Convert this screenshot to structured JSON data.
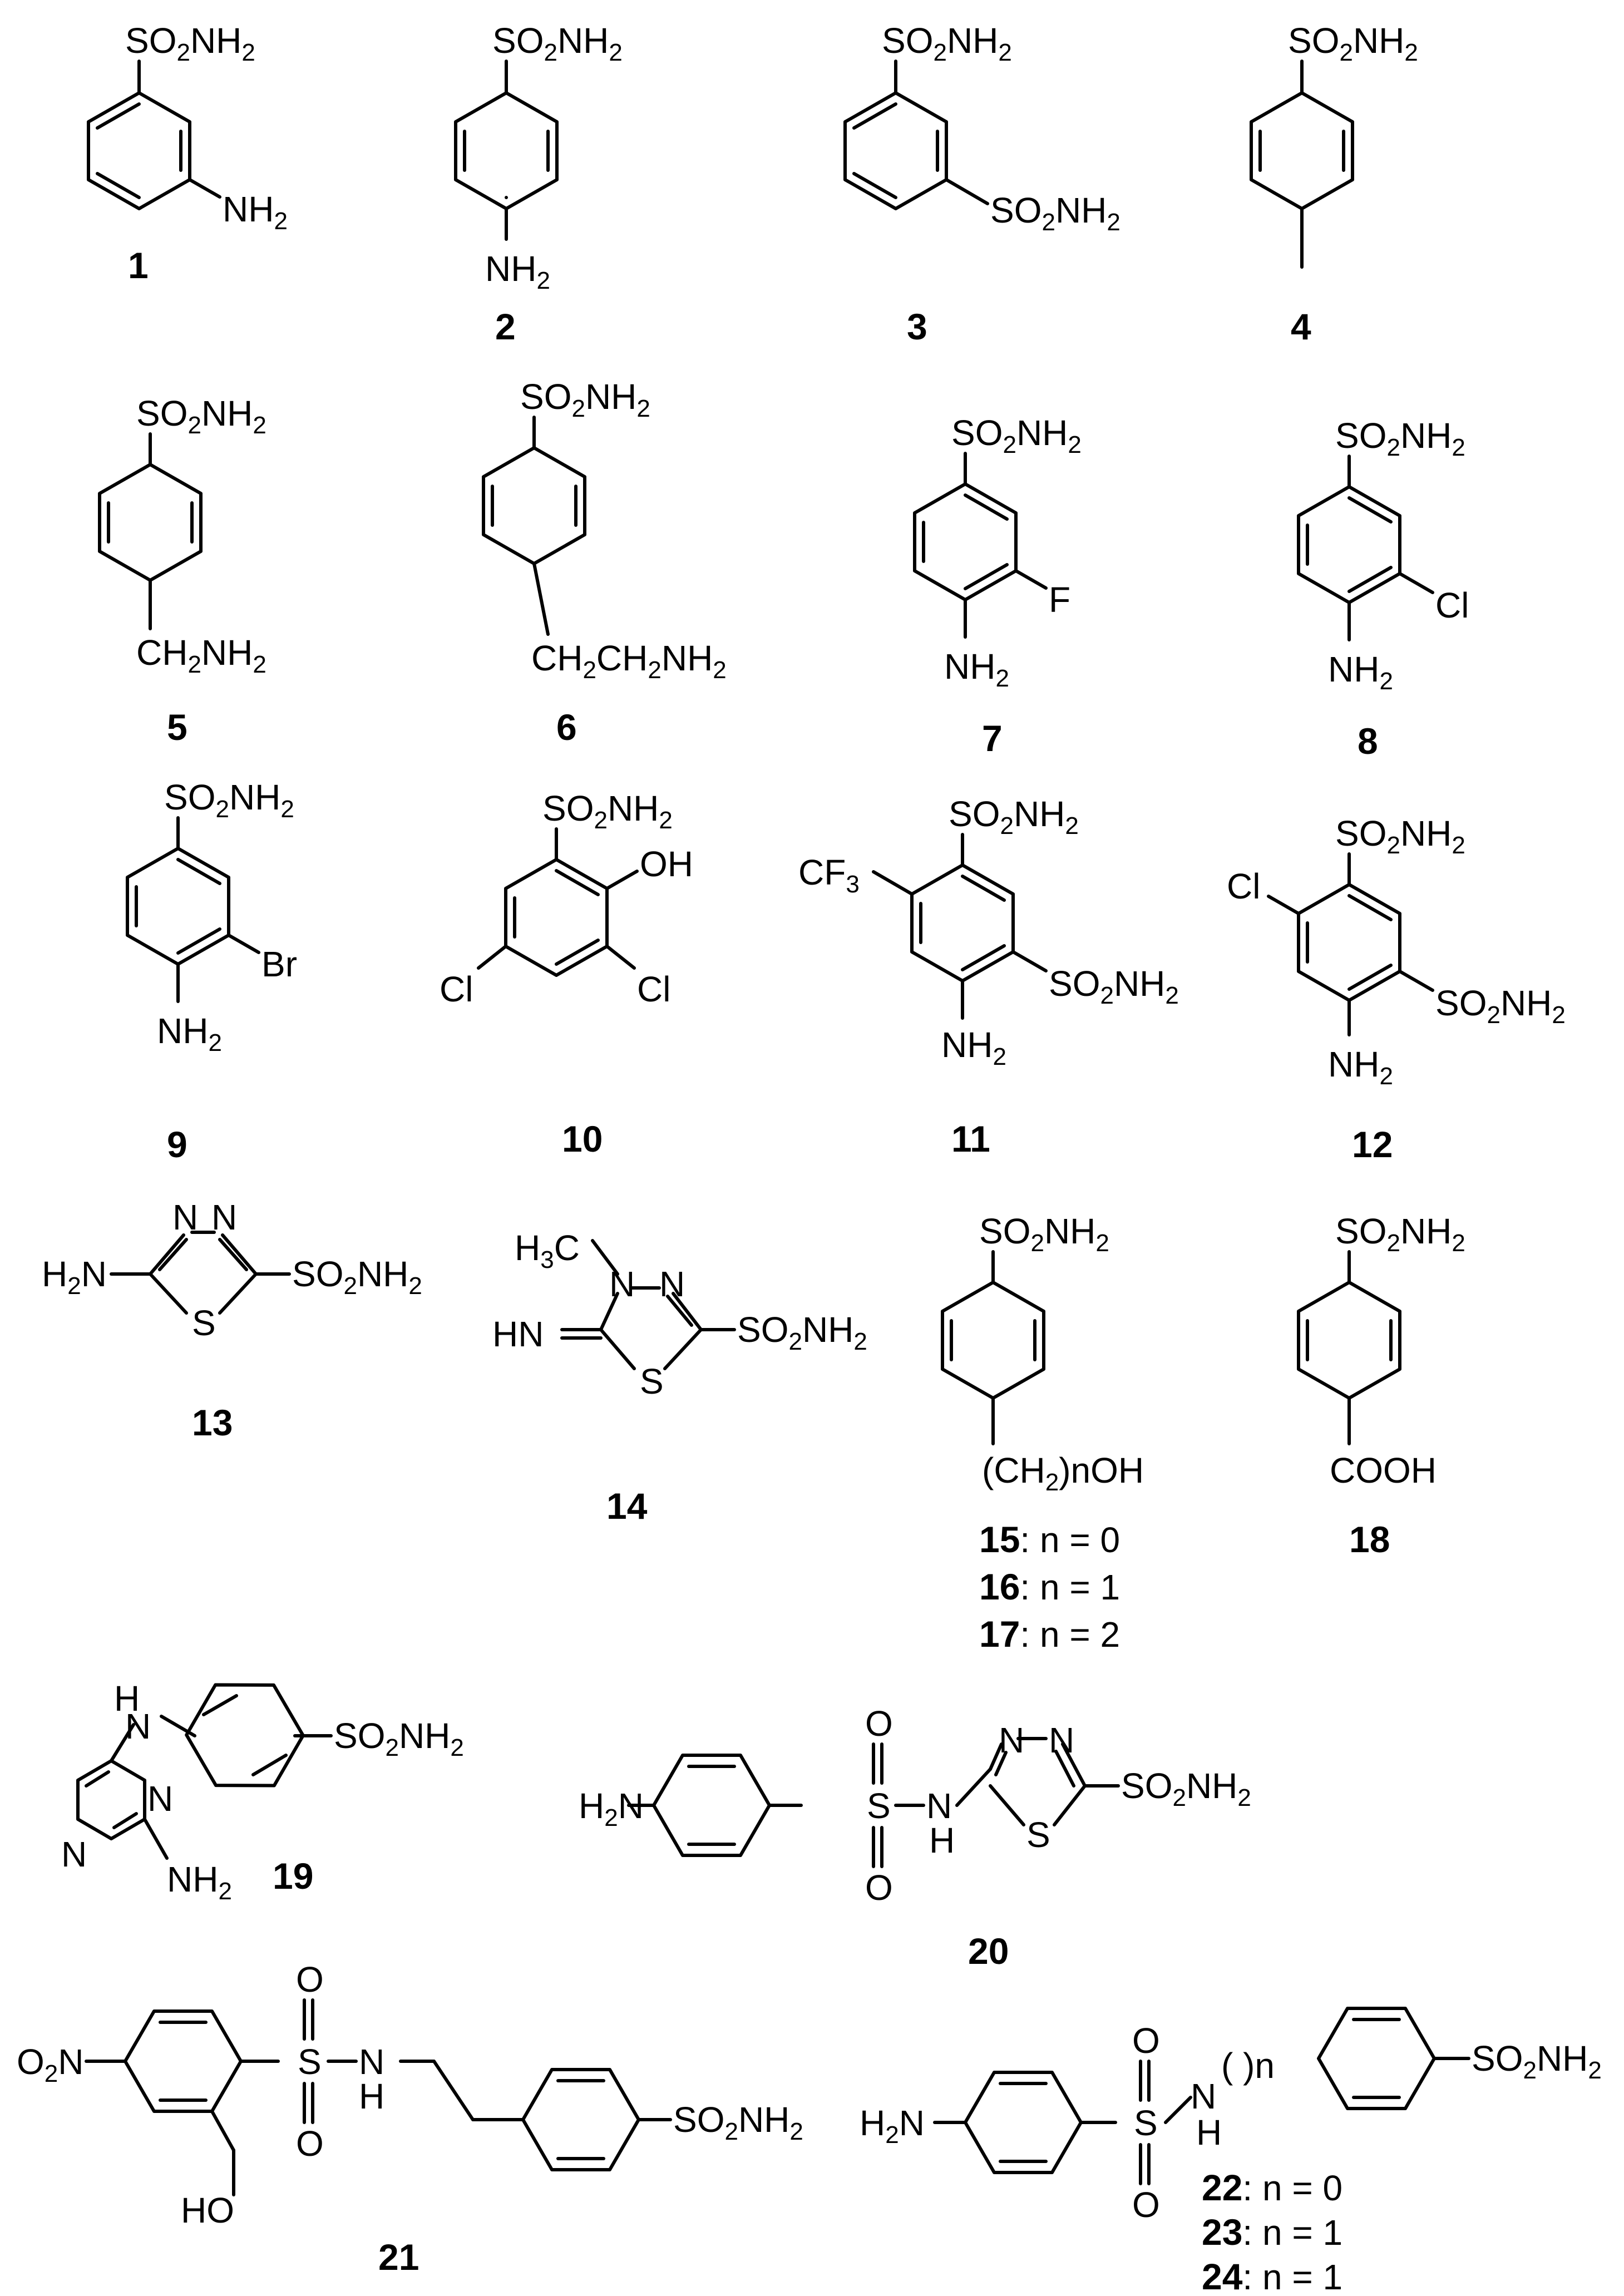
{
  "figure": {
    "background": "#ffffff",
    "ink": "#000000",
    "compounds": [
      {
        "id": "1",
        "labels": [
          "SO2NH2",
          "NH2"
        ]
      },
      {
        "id": "2",
        "labels": [
          "SO2NH2",
          "NH2"
        ]
      },
      {
        "id": "3",
        "labels": [
          "SO2NH2",
          "SO2NH2"
        ]
      },
      {
        "id": "4",
        "labels": [
          "SO2NH2"
        ]
      },
      {
        "id": "5",
        "labels": [
          "SO2NH2",
          "CH2NH2"
        ]
      },
      {
        "id": "6",
        "labels": [
          "SO2NH2",
          "CH2CH2NH2"
        ]
      },
      {
        "id": "7",
        "labels": [
          "SO2NH2",
          "F",
          "NH2"
        ]
      },
      {
        "id": "8",
        "labels": [
          "SO2NH2",
          "Cl",
          "NH2"
        ]
      },
      {
        "id": "9",
        "labels": [
          "SO2NH2",
          "Br",
          "NH2"
        ]
      },
      {
        "id": "10",
        "labels": [
          "SO2NH2",
          "OH",
          "Cl",
          "Cl"
        ]
      },
      {
        "id": "11",
        "labels": [
          "SO2NH2",
          "CF3",
          "SO2NH2",
          "NH2"
        ]
      },
      {
        "id": "12",
        "labels": [
          "SO2NH2",
          "Cl",
          "SO2NH2",
          "NH2"
        ]
      },
      {
        "id": "13",
        "labels": [
          "N",
          "N",
          "H2N",
          "S",
          "SO2NH2"
        ]
      },
      {
        "id": "14",
        "labels": [
          "H3C",
          "N",
          "N",
          "HN",
          "S",
          "SO2NH2"
        ]
      },
      {
        "id": "15-17",
        "labels": [
          "SO2NH2",
          "(CH2)nOH"
        ],
        "conditions": [
          {
            "num": "15",
            "text": ": n = 0"
          },
          {
            "num": "16",
            "text": ": n = 1"
          },
          {
            "num": "17",
            "text": ": n = 2"
          }
        ]
      },
      {
        "id": "18",
        "labels": [
          "SO2NH2",
          "COOH"
        ]
      },
      {
        "id": "19",
        "labels": [
          "H",
          "N",
          "SO2NH2",
          "N",
          "N",
          "NH2"
        ]
      },
      {
        "id": "20",
        "labels": [
          "H2N",
          "S",
          "O",
          "O",
          "N",
          "H",
          "N",
          "N",
          "S",
          "SO2NH2"
        ]
      },
      {
        "id": "21",
        "labels": [
          "O2N",
          "S",
          "O",
          "O",
          "N",
          "H",
          "HO",
          "SO2NH2"
        ]
      },
      {
        "id": "22-24",
        "labels": [
          "H2N",
          "S",
          "O",
          "O",
          "N",
          "H",
          "( )n",
          "SO2NH2"
        ],
        "conditions": [
          {
            "num": "22",
            "text": ": n = 0"
          },
          {
            "num": "23",
            "text": ": n = 1"
          },
          {
            "num": "24",
            "text": ": n = 1"
          }
        ]
      }
    ]
  }
}
